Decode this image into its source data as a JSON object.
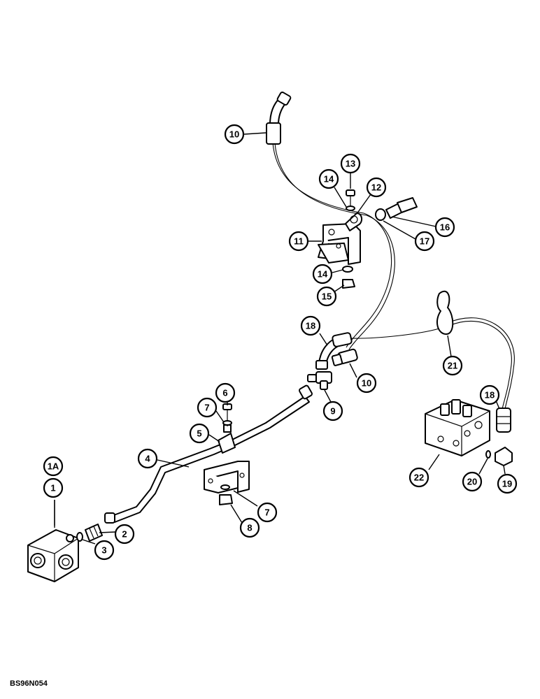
{
  "drawing_code": "BS96N054",
  "callouts": [
    {
      "id": "c-10a",
      "label": "10"
    },
    {
      "id": "c-13",
      "label": "13"
    },
    {
      "id": "c-14a",
      "label": "14"
    },
    {
      "id": "c-12",
      "label": "12"
    },
    {
      "id": "c-16",
      "label": "16"
    },
    {
      "id": "c-17",
      "label": "17"
    },
    {
      "id": "c-11",
      "label": "11"
    },
    {
      "id": "c-14b",
      "label": "14"
    },
    {
      "id": "c-15",
      "label": "15"
    },
    {
      "id": "c-18a",
      "label": "18"
    },
    {
      "id": "c-10b",
      "label": "10"
    },
    {
      "id": "c-21",
      "label": "21"
    },
    {
      "id": "c-9",
      "label": "9"
    },
    {
      "id": "c-6",
      "label": "6"
    },
    {
      "id": "c-7a",
      "label": "7"
    },
    {
      "id": "c-5",
      "label": "5"
    },
    {
      "id": "c-4",
      "label": "4"
    },
    {
      "id": "c-18b",
      "label": "18"
    },
    {
      "id": "c-22",
      "label": "22"
    },
    {
      "id": "c-20",
      "label": "20"
    },
    {
      "id": "c-19",
      "label": "19"
    },
    {
      "id": "c-1a",
      "label": "1A"
    },
    {
      "id": "c-1",
      "label": "1"
    },
    {
      "id": "c-7b",
      "label": "7"
    },
    {
      "id": "c-8",
      "label": "8"
    },
    {
      "id": "c-2",
      "label": "2"
    },
    {
      "id": "c-3",
      "label": "3"
    }
  ]
}
